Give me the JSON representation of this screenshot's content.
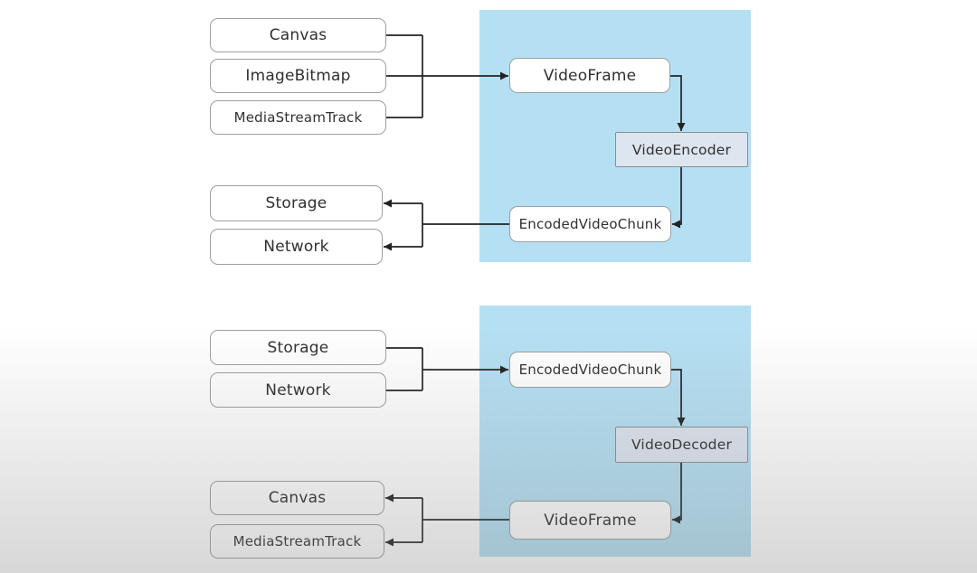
{
  "encode_flow": {
    "sources": [
      "Canvas",
      "ImageBitmap",
      "MediaStreamTrack"
    ],
    "video_frame": "VideoFrame",
    "encoder": "VideoEncoder",
    "chunk": "EncodedVideoChunk",
    "sinks": [
      "Storage",
      "Network"
    ]
  },
  "decode_flow": {
    "sources": [
      "Storage",
      "Network"
    ],
    "chunk": "EncodedVideoChunk",
    "decoder": "VideoDecoder",
    "video_frame": "VideoFrame",
    "sinks": [
      "Canvas",
      "MediaStreamTrack"
    ]
  },
  "colors": {
    "panel_blue": "#b5e0f3",
    "codec_fill": "#dde5ef",
    "codec_border": "#878d96",
    "node_fill": "#ffffff",
    "node_border": "#9b9fa3",
    "line": "#222222",
    "text": "#303030",
    "background_bottom": "#d9d9d9"
  }
}
